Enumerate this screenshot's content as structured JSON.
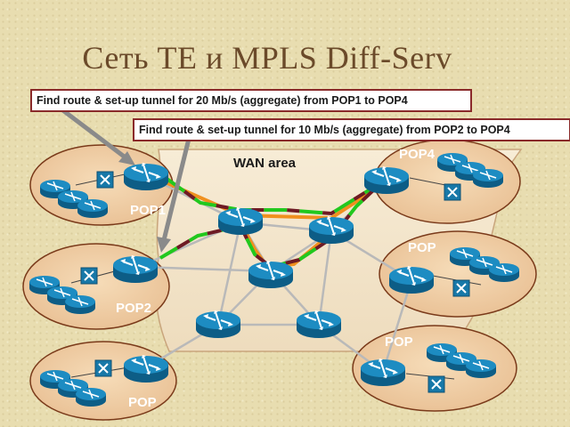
{
  "title": "Сеть TE и MPLS Diff-Serv",
  "callouts": {
    "first": "Find route & set-up tunnel for 20 Mb/s (aggregate) from POP1 to POP4",
    "second": "Find route & set-up tunnel for 10 Mb/s (aggregate) from POP2 to POP4"
  },
  "wan_label": "WAN area",
  "pop_labels": {
    "pop1": "POP1",
    "pop2": "POP2",
    "pop4": "POP4",
    "pop_right_mid": "POP",
    "pop_bottom_left": "POP",
    "pop_bottom_right": "POP"
  },
  "colors": {
    "tunnel_20mb": "#22c81e",
    "tunnel_10mb": "#6e1a24",
    "te_route": "#f0901e",
    "router_blue": "#1778a8",
    "pop_fill": "#f0cda4",
    "wan_fill": "#f3e7cf"
  },
  "icons": [
    "router-icon",
    "atm-switch-icon",
    "callout-arrow"
  ]
}
